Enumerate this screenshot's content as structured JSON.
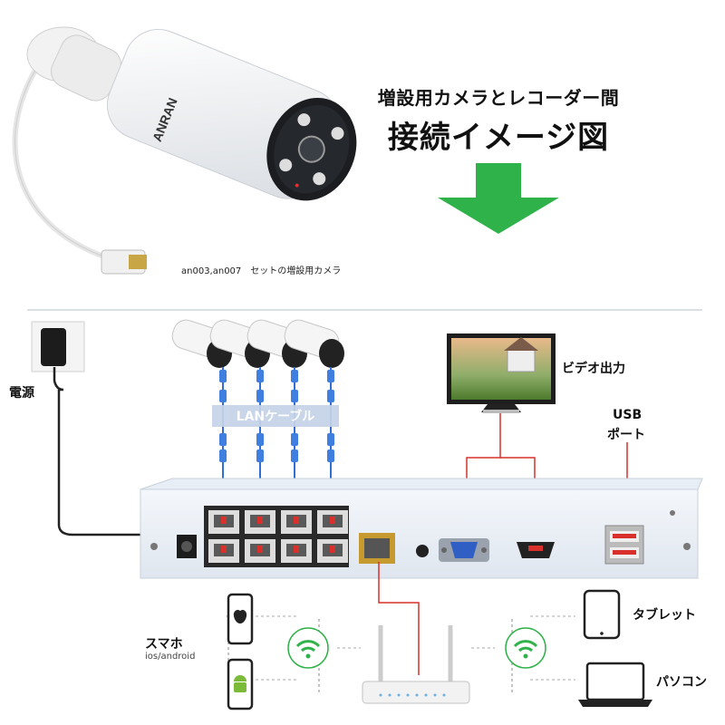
{
  "header": {
    "line1": "増設用カメラとレコーダー間",
    "line2": "接続イメージ図"
  },
  "camera": {
    "brand": "ANRAN",
    "caption": "an003,an007　セットの増設用カメラ"
  },
  "labels": {
    "power": "電源",
    "lan_cable": "LANケーブル",
    "video_out": "ビデオ出力",
    "usb_line1": "USB",
    "usb_line2": "ポート",
    "smartphone": "スマホ",
    "smartphone_os": "ios/android",
    "tablet": "タブレット",
    "pc": "パソコン"
  },
  "colors": {
    "arrow": "#2fb24a",
    "cable_red": "#d9302c",
    "lan_blue": "#2f6fd6",
    "wifi": "#2fb24a"
  }
}
